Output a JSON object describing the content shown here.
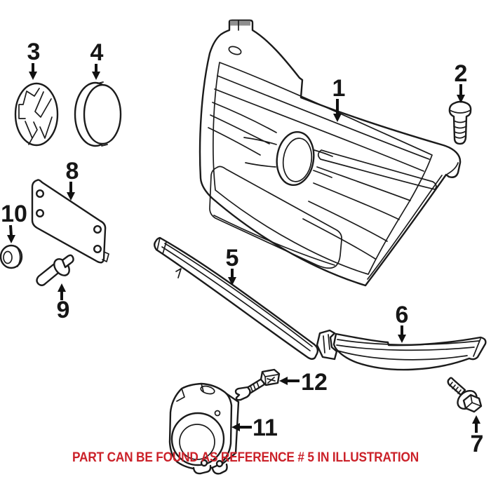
{
  "page": {
    "background": "#ffffff"
  },
  "diagram": {
    "line_color": "#1b1b1b",
    "label_color": "#161616",
    "tab_gray": "#8f8f8f",
    "callouts": [
      {
        "number": "1"
      },
      {
        "number": "2"
      },
      {
        "number": "3"
      },
      {
        "number": "4"
      },
      {
        "number": "5"
      },
      {
        "number": "6"
      },
      {
        "number": "7"
      },
      {
        "number": "8"
      },
      {
        "number": "9"
      },
      {
        "number": "10"
      },
      {
        "number": "11"
      },
      {
        "number": "12"
      }
    ]
  },
  "notice": {
    "text": "PART CAN BE FOUND AS REFERENCE # 5 IN ILLUSTRATION",
    "color": "#cb2129"
  }
}
